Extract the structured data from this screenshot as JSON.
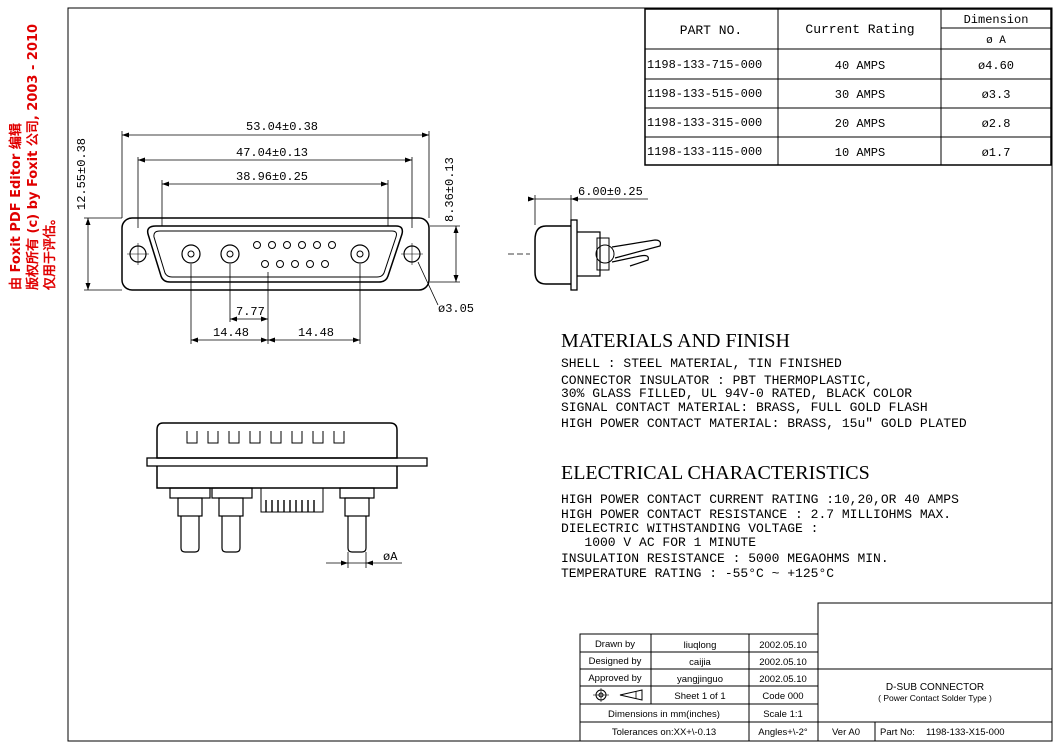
{
  "watermark": {
    "line1": "由 Foxit PDF Editor 编辑",
    "line2": "版权所有 (c) by Foxit 公司, 2003 - 2010",
    "line3": "仅用于评估。"
  },
  "parts_table": {
    "headers": {
      "part_no": "PART NO.",
      "current_rating": "Current Rating",
      "dimension": "Dimension",
      "dimension_sub": "ø A"
    },
    "rows": [
      {
        "part_no": "1198-133-715-000",
        "current": "40 AMPS",
        "dim": "ø4.60"
      },
      {
        "part_no": "1198-133-515-000",
        "current": "30 AMPS",
        "dim": "ø3.3"
      },
      {
        "part_no": "1198-133-315-000",
        "current": "20 AMPS",
        "dim": "ø2.8"
      },
      {
        "part_no": "1198-133-115-000",
        "current": "10 AMPS",
        "dim": "ø1.7"
      }
    ]
  },
  "dimensions": {
    "d1": "53.04±0.38",
    "d2": "47.04±0.13",
    "d3": "38.96±0.25",
    "height": "12.55±0.38",
    "inner_height": "8.36±0.13",
    "side_width": "6.00±0.25",
    "pin_pitch": "7.77",
    "left_span": "14.48",
    "right_span": "14.48",
    "hole_dia": "ø3.05",
    "pin_dia": "øA"
  },
  "materials": {
    "title": "MATERIALS AND FINISH",
    "lines": [
      "SHELL : STEEL MATERIAL, TIN FINISHED",
      "CONNECTOR INSULATOR : PBT THERMOPLASTIC,",
      "30% GLASS FILLED, UL 94V-0 RATED, BLACK COLOR",
      "SIGNAL CONTACT MATERIAL: BRASS, FULL GOLD FLASH",
      "HIGH POWER CONTACT MATERIAL: BRASS, 15u\" GOLD PLATED"
    ]
  },
  "electrical": {
    "title": "ELECTRICAL CHARACTERISTICS",
    "lines": [
      "HIGH POWER CONTACT CURRENT RATING :10,20,OR 40 AMPS",
      "HIGH POWER CONTACT RESISTANCE : 2.7 MILLIOHMS MAX.",
      "DIELECTRIC WITHSTANDING VOLTAGE :",
      "   1000 V AC FOR 1 MINUTE",
      "INSULATION RESISTANCE : 5000 MEGAOHMS MIN.",
      "TEMPERATURE RATING : -55°C ~ +125°C"
    ]
  },
  "title_block": {
    "drawn_label": "Drawn  by",
    "drawn_by": "liuqlong",
    "drawn_date": "2002.05.10",
    "designed_label": "Designed by",
    "designed_by": "caijia",
    "designed_date": "2002.05.10",
    "approved_label": "Approved by",
    "approved_by": "yangjinguo",
    "approved_date": "2002.05.10",
    "sheet": "Sheet  1 of 1",
    "code": "Code 000",
    "dims_note": "Dimensions in mm(inches)",
    "scale": "Scale 1:1",
    "tolerances": "Tolerances on:XX+\\-0.13",
    "angles": "Angles+\\-2°",
    "ver": "Ver A0",
    "part_no_label": "Part No:",
    "part_no": "1198-133-X15-000",
    "product_name": "D-SUB CONNECTOR",
    "product_sub": "( Power Contact Solder Type )"
  }
}
